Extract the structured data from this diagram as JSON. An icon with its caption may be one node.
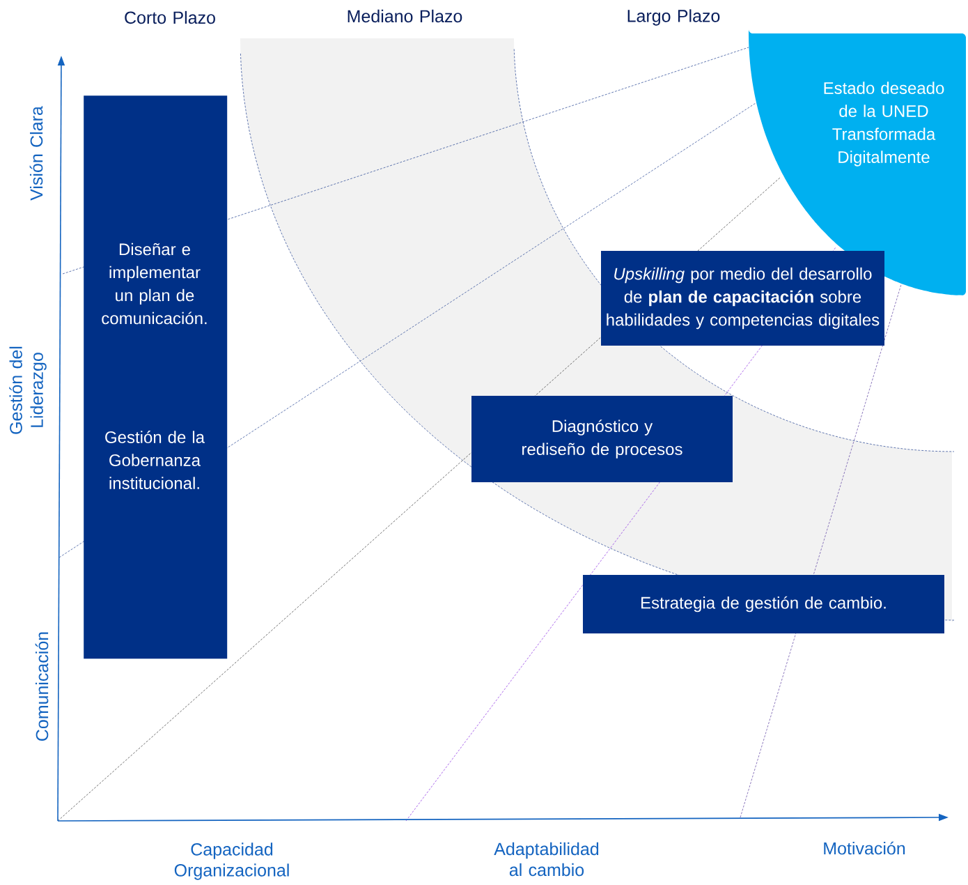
{
  "diagram": {
    "nodes": [
      {
        "text": [
          "Diseñar e implementar un plan de comunicación.",
          "Gestión de la Gobernanza institucional."
        ]
      },
      {
        "text": [
          "Estado deseado de la UNED Transformada Digitalmente"
        ]
      },
      {
        "text": [
          "*Upskilling* por medio del desarrollo de **plan de capacitación** sobre habilidades y competencias digitales"
        ]
      },
      {
        "text": [
          "Diagnóstico y rediseño de procesos"
        ]
      },
      {
        "text": [
          "Estrategia de gestión de cambio."
        ]
      }
    ],
    "labels": [
      "Corto Plazo",
      "Mediano Plazo",
      "Largo Plazo",
      "Visión Clara",
      "Gestión del Liderazgo",
      "Comunicación",
      "Capacidad Organizacional",
      "Adaptabilidad al cambio",
      "Motivación"
    ]
  }
}
